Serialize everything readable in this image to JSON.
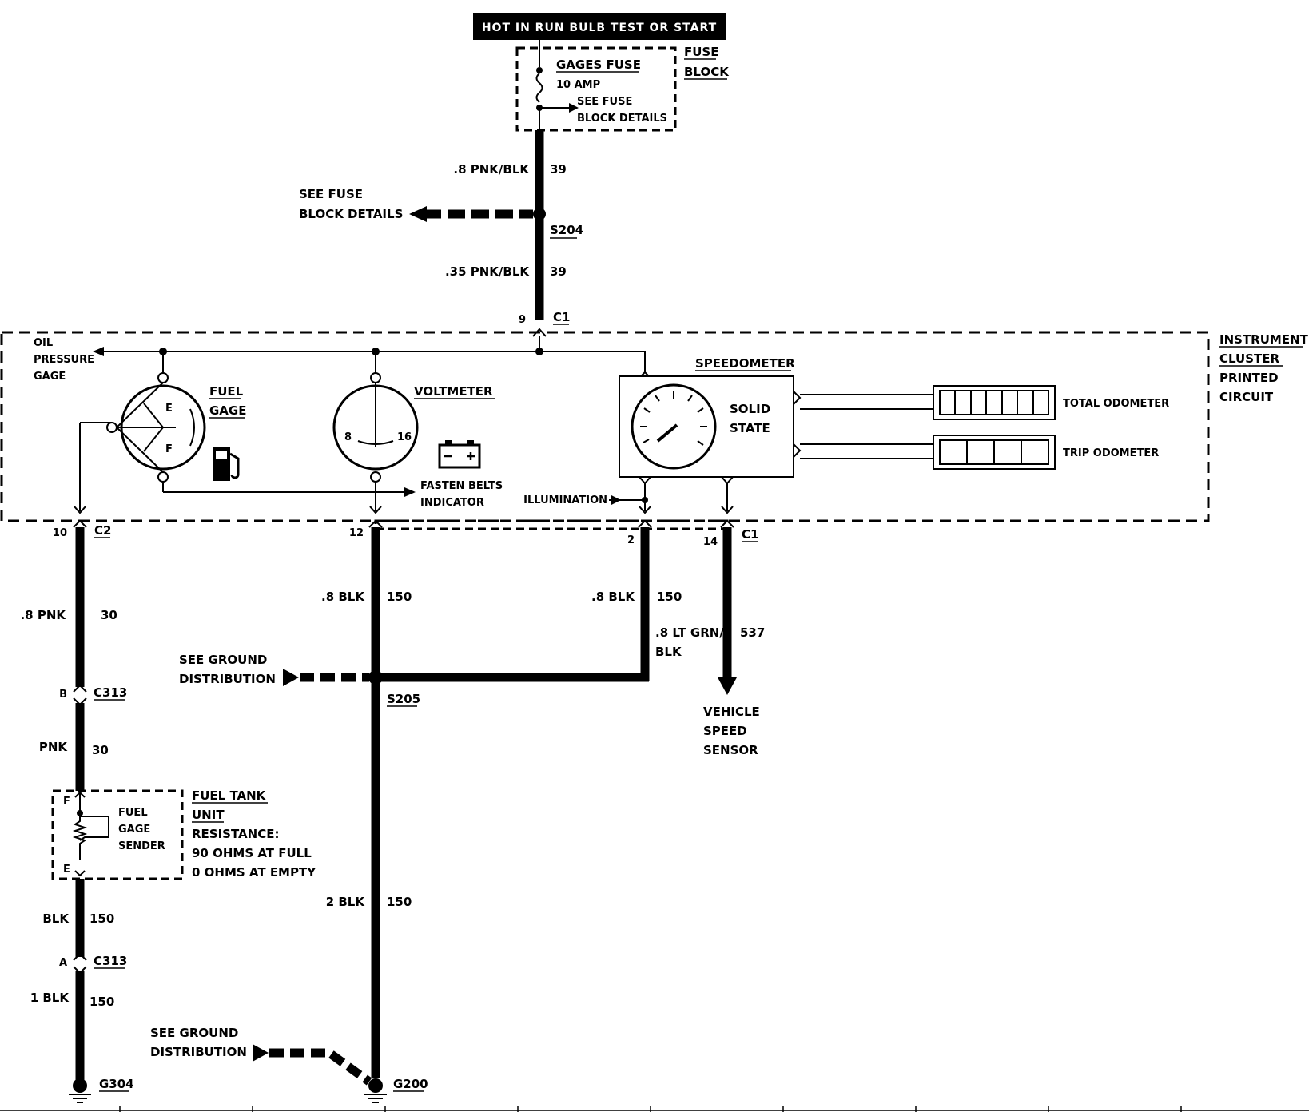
{
  "header": {
    "power_label": "HOT IN RUN BULB TEST OR START"
  },
  "fuse_block": {
    "fuse_name": "GAGES FUSE",
    "fuse_rating": "10 AMP",
    "see_line1": "SEE FUSE",
    "see_line2": "BLOCK DETAILS",
    "block_line1": "FUSE",
    "block_line2": "BLOCK"
  },
  "feed": {
    "upper_wire": ".8 PNK/BLK",
    "upper_circuit": "39",
    "splice": "S204",
    "see_line1": "SEE FUSE",
    "see_line2": "BLOCK DETAILS",
    "lower_wire": ".35 PNK/BLK",
    "lower_circuit": "39",
    "pin": "9",
    "connector": "C1"
  },
  "cluster": {
    "label_lines": [
      "INSTRUMENT",
      "CLUSTER",
      "PRINTED",
      "CIRCUIT"
    ],
    "oil_lines": [
      "OIL",
      "PRESSURE",
      "GAGE"
    ],
    "fuel_gage_lines": [
      "FUEL",
      "GAGE"
    ],
    "fuel_gage_e": "E",
    "fuel_gage_f": "F",
    "voltmeter": "VOLTMETER",
    "volt_low": "8",
    "volt_high": "16",
    "fasten_lines": [
      "FASTEN BELTS",
      "INDICATOR"
    ],
    "illumination": "ILLUMINATION",
    "speedometer": "SPEEDOMETER",
    "solid_state_lines": [
      "SOLID",
      "STATE"
    ],
    "total_odometer": "TOTAL ODOMETER",
    "trip_odometer": "TRIP ODOMETER"
  },
  "left_branch": {
    "pin": "10",
    "connector": "C2",
    "wire1": ".8 PNK",
    "circuit1": "30",
    "c313_pin_b": "B",
    "c313": "C313",
    "wire2": "PNK",
    "circuit2": "30",
    "tank_unit_pin_f": "F",
    "tank_unit_pin_e": "E",
    "sender_lines": [
      "FUEL",
      "GAGE",
      "SENDER"
    ],
    "tank_lines": [
      "FUEL TANK",
      "UNIT",
      "RESISTANCE:",
      "90 OHMS AT FULL",
      "0 OHMS AT EMPTY"
    ],
    "wire3": "BLK",
    "circuit3": "150",
    "c313_pin_a": "A",
    "c313b": "C313",
    "wire4": "1 BLK",
    "circuit4": "150",
    "ground": "G304"
  },
  "middle_branch": {
    "pin": "12",
    "wire1": ".8 BLK",
    "circuit1": "150",
    "see_ground_lines": [
      "SEE GROUND",
      "DISTRIBUTION"
    ],
    "splice": "S205",
    "wire2": "2 BLK",
    "circuit2": "150",
    "see_ground2_lines": [
      "SEE GROUND",
      "DISTRIBUTION"
    ],
    "ground": "G200"
  },
  "illum_branch": {
    "pin": "2",
    "wire": ".8 BLK",
    "circuit": "150"
  },
  "speed_branch": {
    "pin": "14",
    "connector": "C1",
    "wire_lines": [
      ".8 LT GRN/",
      "BLK"
    ],
    "circuit": "537",
    "sensor_lines": [
      "VEHICLE",
      "SPEED",
      "SENSOR"
    ]
  }
}
